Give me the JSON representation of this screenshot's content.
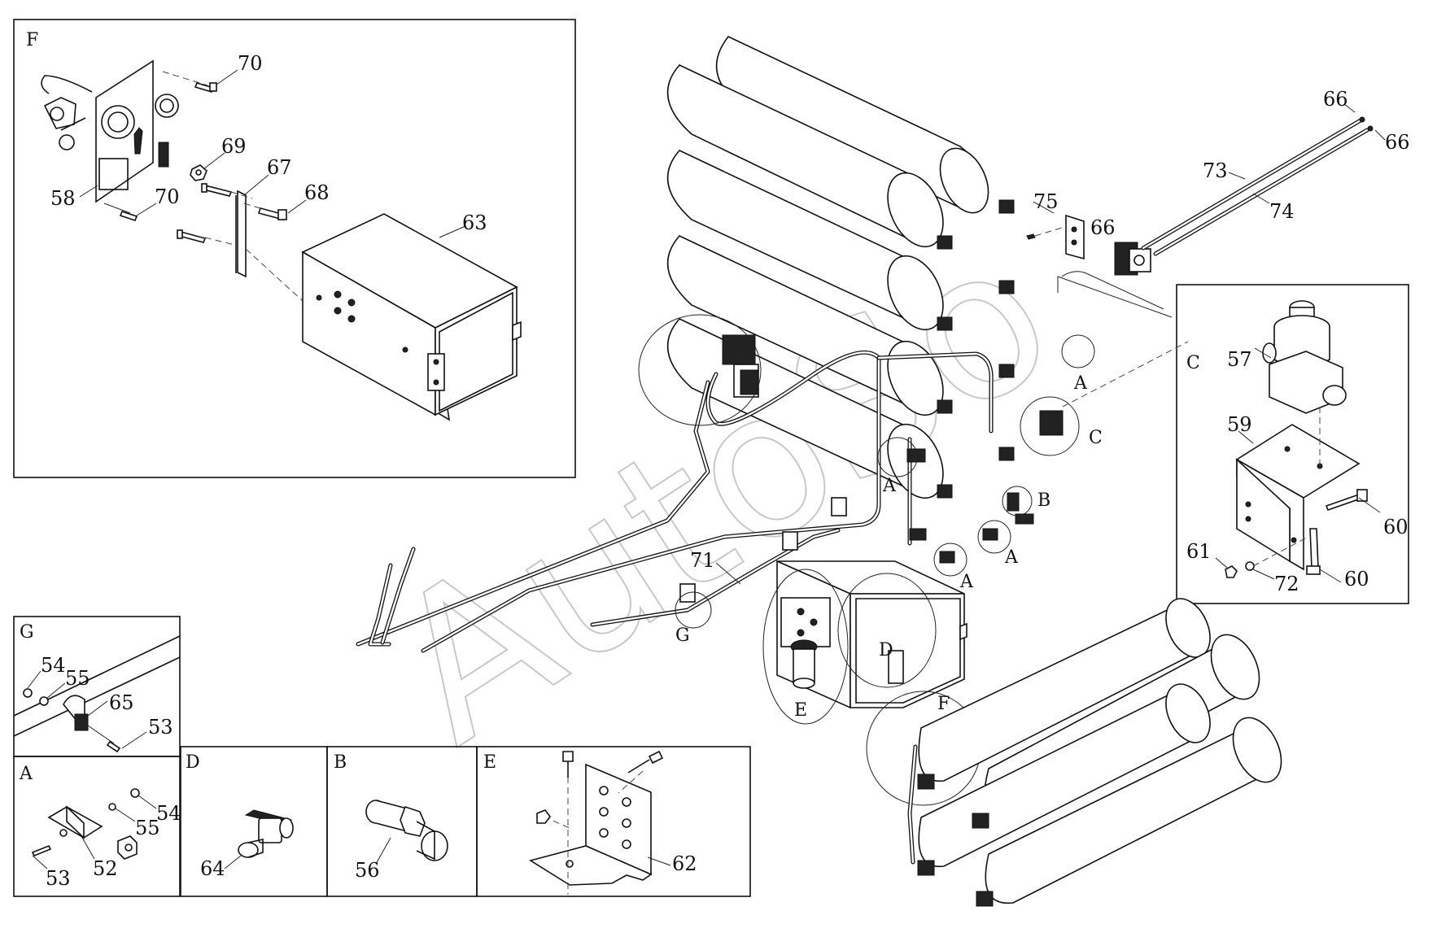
{
  "watermark": "AutoSo",
  "detail_boxes": {
    "F": "F",
    "G": "G",
    "A": "A",
    "D": "D",
    "B": "B",
    "E": "E",
    "C": "C"
  },
  "callouts": {
    "F_70a": "70",
    "F_69": "69",
    "F_67": "67",
    "F_58": "58",
    "F_70b": "70",
    "F_68": "68",
    "F_63": "63",
    "G_54": "54",
    "G_55": "55",
    "G_65": "65",
    "G_53": "53",
    "A_55": "55",
    "A_54": "54",
    "A_53": "53",
    "A_52": "52",
    "D_64": "64",
    "B_56": "56",
    "E_62": "62",
    "C_57": "57",
    "C_59": "59",
    "C_60a": "60",
    "C_61": "61",
    "C_72": "72",
    "C_60b": "60",
    "M_66a": "66",
    "M_66b": "66",
    "M_73": "73",
    "M_74": "74",
    "M_75": "75",
    "M_66c": "66",
    "M_71": "71"
  },
  "view_markers": {
    "A1": "A",
    "A2": "A",
    "A3": "A",
    "A4": "A",
    "B": "B",
    "C": "C",
    "E": "E",
    "G": "G",
    "D": "D",
    "F": "F"
  }
}
